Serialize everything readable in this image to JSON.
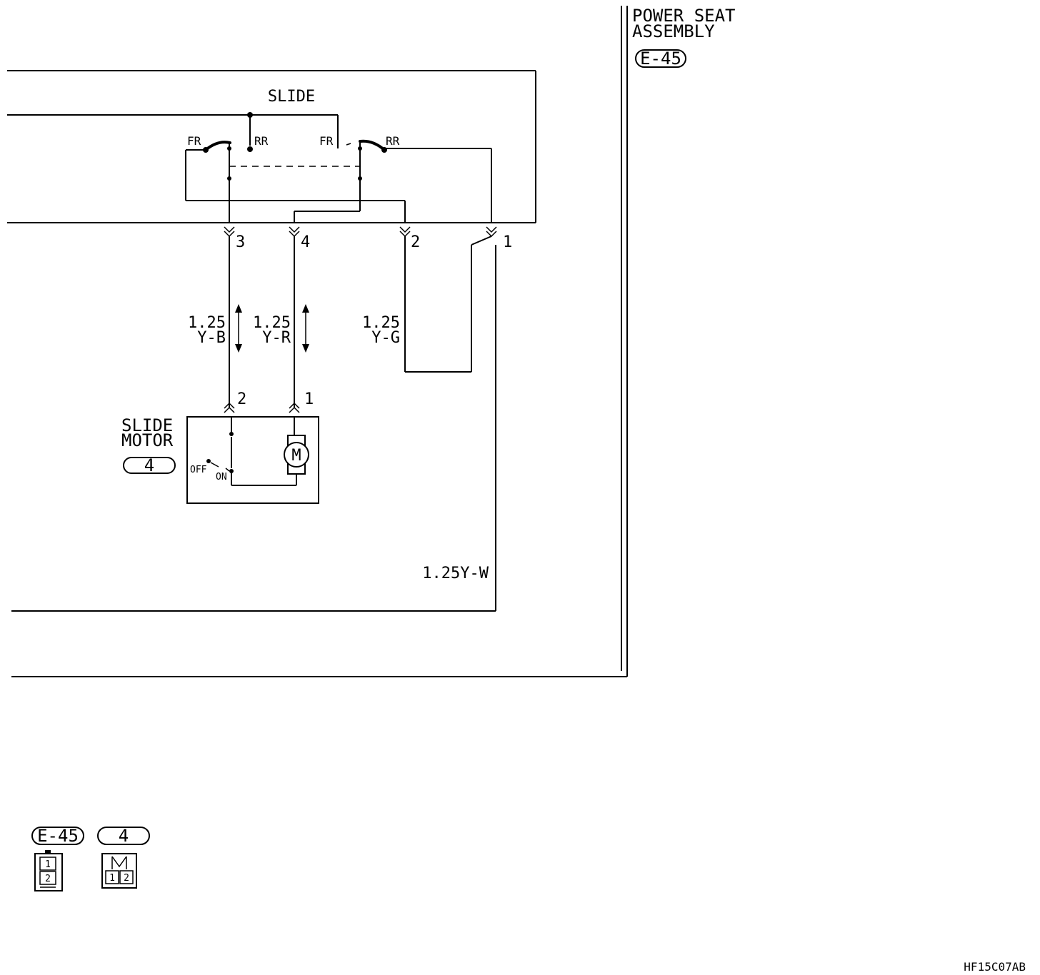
{
  "assembly": {
    "line1": "POWER SEAT",
    "line2": "ASSEMBLY",
    "connector": "E-45"
  },
  "switch": {
    "title": "SLIDE",
    "left": {
      "fr": "FR",
      "rr": "RR"
    },
    "right": {
      "fr": "FR",
      "rr": "RR"
    }
  },
  "terminals": {
    "t3": "3",
    "t4": "4",
    "t2": "2",
    "t1": "1"
  },
  "wires": {
    "yb": {
      "size": "1.25",
      "color": "Y-B"
    },
    "yr": {
      "size": "1.25",
      "color": "Y-R"
    },
    "yg": {
      "size": "1.25",
      "color": "Y-G"
    },
    "yw": "1.25Y-W"
  },
  "motor": {
    "line1": "SLIDE",
    "line2": "MOTOR",
    "connector": "4",
    "pin2": "2",
    "pin1": "1",
    "symbol": "M",
    "off": "OFF",
    "on": "ON"
  },
  "legend": {
    "e45": {
      "label": "E-45",
      "pins": [
        "1",
        "2"
      ]
    },
    "c4": {
      "label": "4",
      "pins": [
        "1",
        "2"
      ]
    }
  },
  "figure_code": "HF15C07AB"
}
